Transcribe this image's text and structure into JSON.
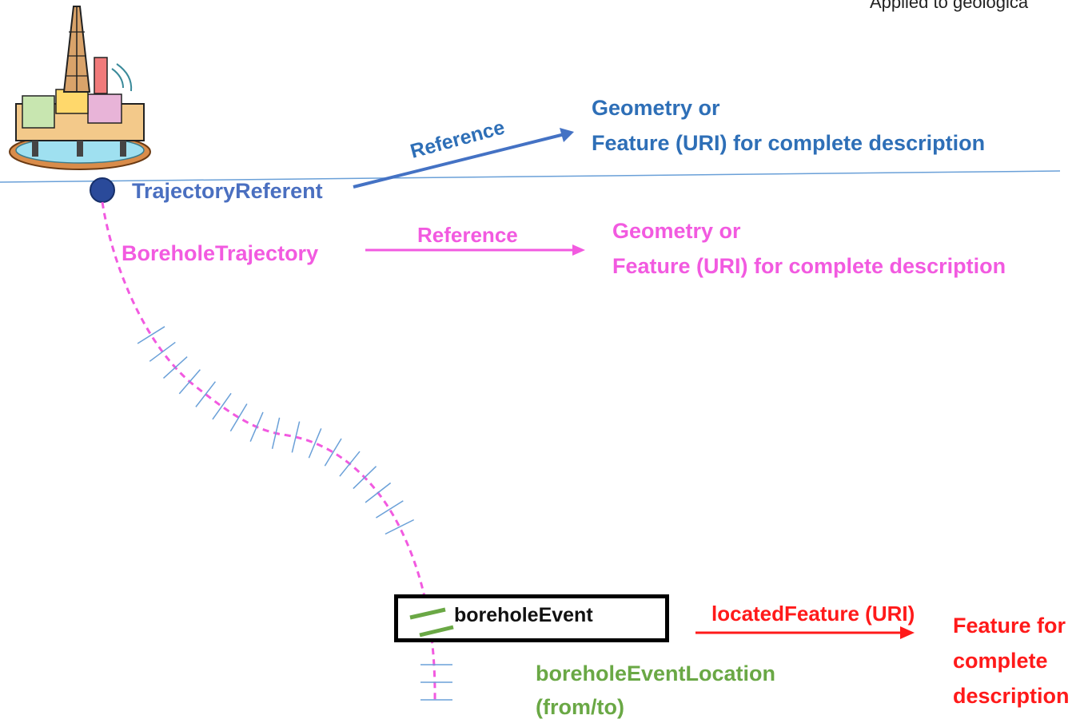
{
  "header": {
    "text": "Applied to geologica"
  },
  "platform_icon": {
    "name": "offshore-oil-platform"
  },
  "trajectory_referent": {
    "label": "TrajectoryReferent",
    "reference_label": "Reference",
    "target_line1": "Geometry or",
    "target_line2": "Feature (URI) for complete description",
    "color": "#2e6fb7"
  },
  "borehole_trajectory": {
    "label": "BoreholeTrajectory",
    "reference_label": "Reference",
    "target_line1": "Geometry or",
    "target_line2": "Feature (URI) for complete description",
    "color": "#f25ae0"
  },
  "borehole_event": {
    "label": "boreholeEvent",
    "location_line1": "boreholeEventLocation",
    "location_line2": "(from/to)",
    "located_feature_label": "locatedFeature (URI)",
    "feature_line1": "Feature for",
    "feature_line2": "complete",
    "feature_line3": "description",
    "location_color": "#6aa845",
    "feature_color": "#ff1a1a"
  }
}
